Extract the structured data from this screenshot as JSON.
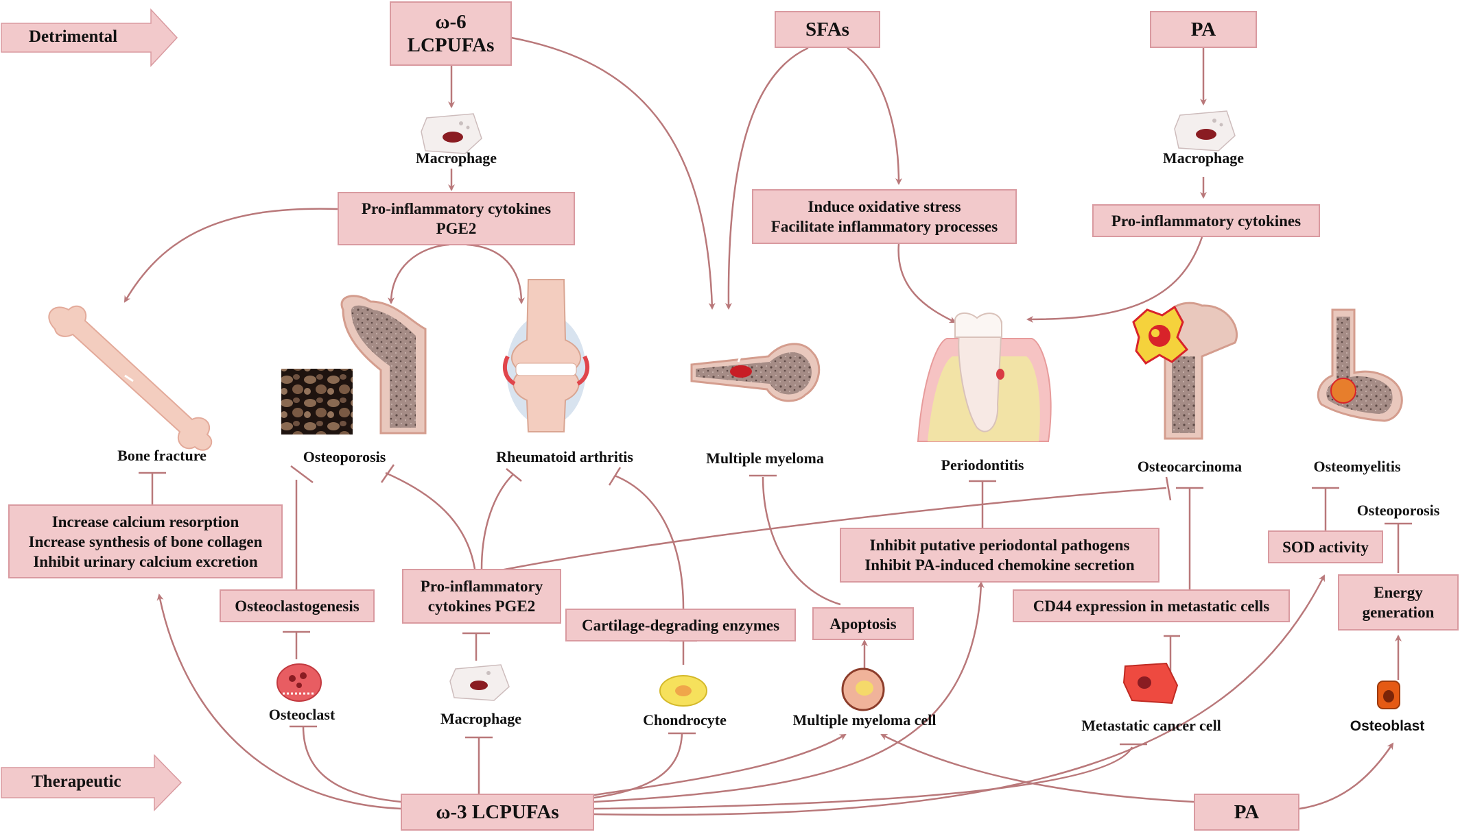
{
  "banners": {
    "detrimental": "Detrimental",
    "therapeutic": "Therapeutic"
  },
  "sources": {
    "omega6_line1": "ω-6",
    "omega6_line2": "LCPUFAs",
    "sfas": "SFAs",
    "pa_top": "PA",
    "omega3": "ω-3 LCPUFAs",
    "pa_bottom": "PA"
  },
  "detrimental_effects": {
    "proinflam_pge2_line1": "Pro-inflammatory cytokines",
    "proinflam_pge2_line2": "PGE2",
    "oxidative_line1": "Induce oxidative stress",
    "oxidative_line2": "Facilitate inflammatory processes",
    "pa_proinflam": "Pro-inflammatory cytokines"
  },
  "cells_top": {
    "macrophage_left": "Macrophage",
    "macrophage_right": "Macrophage"
  },
  "diseases": {
    "bone_fracture": "Bone fracture",
    "osteoporosis": "Osteoporosis",
    "rheumatoid_arthritis": "Rheumatoid arthritis",
    "multiple_myeloma": "Multiple myeloma",
    "periodontitis": "Periodontitis",
    "osteocarcinoma": "Osteocarcinoma",
    "osteomyelitis": "Osteomyelitis",
    "osteoporosis_right": "Osteoporosis"
  },
  "mechanisms": {
    "calcium_line1": "Increase calcium resorption",
    "calcium_line2": "Increase synthesis of bone collagen",
    "calcium_line3": "Inhibit urinary calcium excretion",
    "osteoclastogenesis": "Osteoclastogenesis",
    "proinflam_line1": "Pro-inflammatory",
    "proinflam_line2": "cytokines PGE2",
    "cartilage": "Cartilage-degrading enzymes",
    "apoptosis": "Apoptosis",
    "periodontal_line1": "Inhibit putative periodontal pathogens",
    "periodontal_line2": "Inhibit PA-induced chemokine secretion",
    "cd44": "CD44 expression in metastatic cells",
    "sod": "SOD activity",
    "energy_line1": "Energy",
    "energy_line2": "generation"
  },
  "cells_bottom": {
    "osteoclast": "Osteoclast",
    "macrophage": "Macrophage",
    "chondrocyte": "Chondrocyte",
    "myeloma_cell": "Multiple myeloma cell",
    "metastatic_cell": "Metastatic cancer cell",
    "osteoblast": "Osteoblast"
  },
  "colors": {
    "box_fill": "#f2c9cb",
    "box_border": "#d99aa0",
    "arrow": "#b9787a",
    "bone": "#f3cdbf",
    "bone_marrow": "#b59891"
  }
}
